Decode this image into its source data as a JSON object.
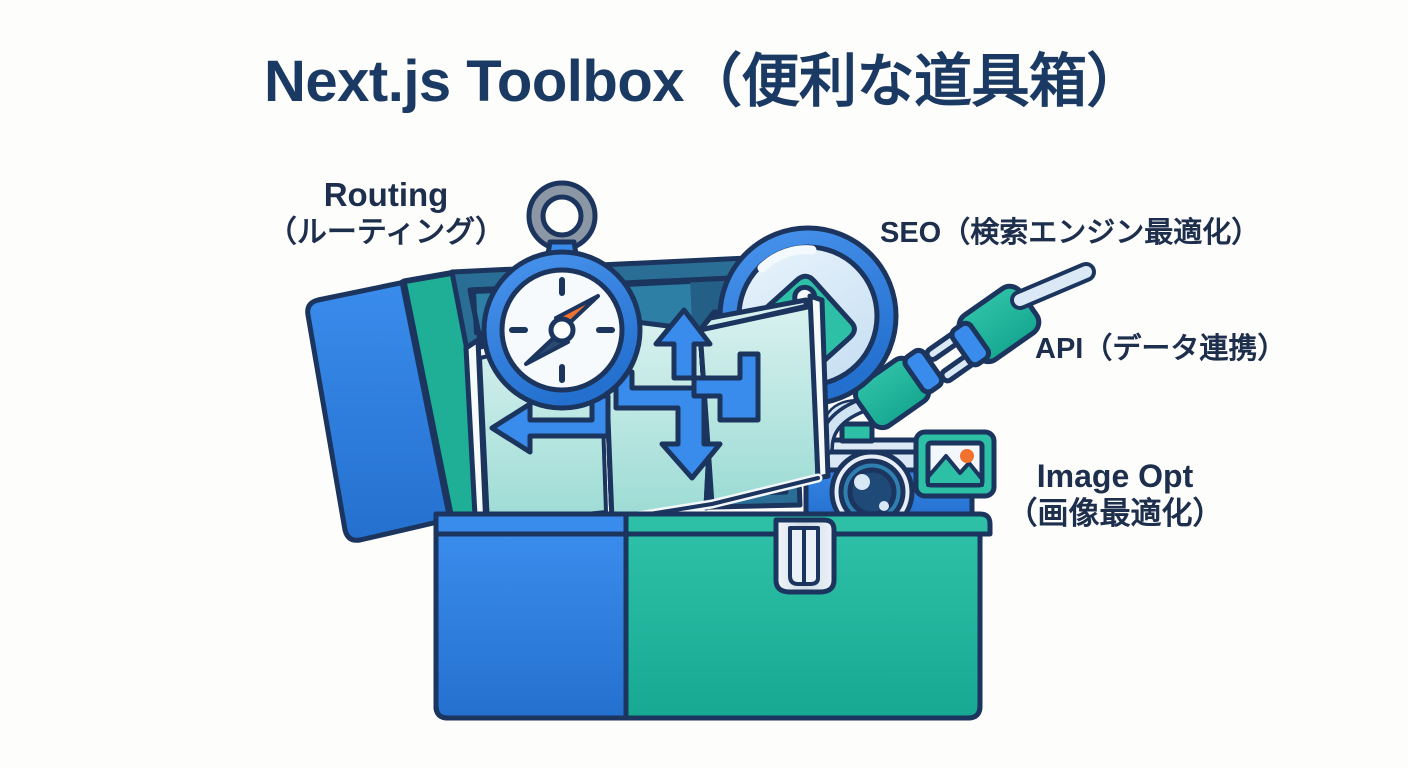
{
  "page": {
    "title": "Next.js Toolbox（便利な道具箱）",
    "background_color": "#fdfdfb",
    "text_color": "#1d2f4c",
    "title_color": "#1b3a63"
  },
  "labels": {
    "routing": {
      "en": "Routing",
      "ja": "（ルーティング）"
    },
    "seo": {
      "text": "SEO（検索エンジン最適化）"
    },
    "api": {
      "text": "API（データ連携）"
    },
    "image_opt": {
      "en": "Image Opt",
      "ja": "（画像最適化）"
    }
  },
  "illustration": {
    "description": "open toolbox with tools",
    "palette": {
      "outline": "#1b355e",
      "blue": "#2f7fe0",
      "blue_dark": "#1f5fb0",
      "teal": "#25b79c",
      "teal_dark": "#14907e",
      "lid_interior": "#2b6e95",
      "lid_interior_dark": "#215d85",
      "map_light": "#cfeceb",
      "map_mid": "#8fd3cd",
      "orange": "#f2712c",
      "silver": "#dde6ee",
      "white": "#f4f8fb",
      "lens_light": "#dbeaf7",
      "grey": "#8b97a4"
    },
    "items": [
      {
        "name": "compass",
        "tool_for": "routing"
      },
      {
        "name": "folded-map",
        "tool_for": "routing"
      },
      {
        "name": "magnifying-glass",
        "tool_for": "seo"
      },
      {
        "name": "price-tag",
        "tool_for": "seo"
      },
      {
        "name": "plug-connector",
        "tool_for": "api"
      },
      {
        "name": "camera",
        "tool_for": "image_opt"
      },
      {
        "name": "photo-frame",
        "tool_for": "image_opt"
      },
      {
        "name": "toolbox-latch",
        "tool_for": "toolbox"
      }
    ]
  }
}
